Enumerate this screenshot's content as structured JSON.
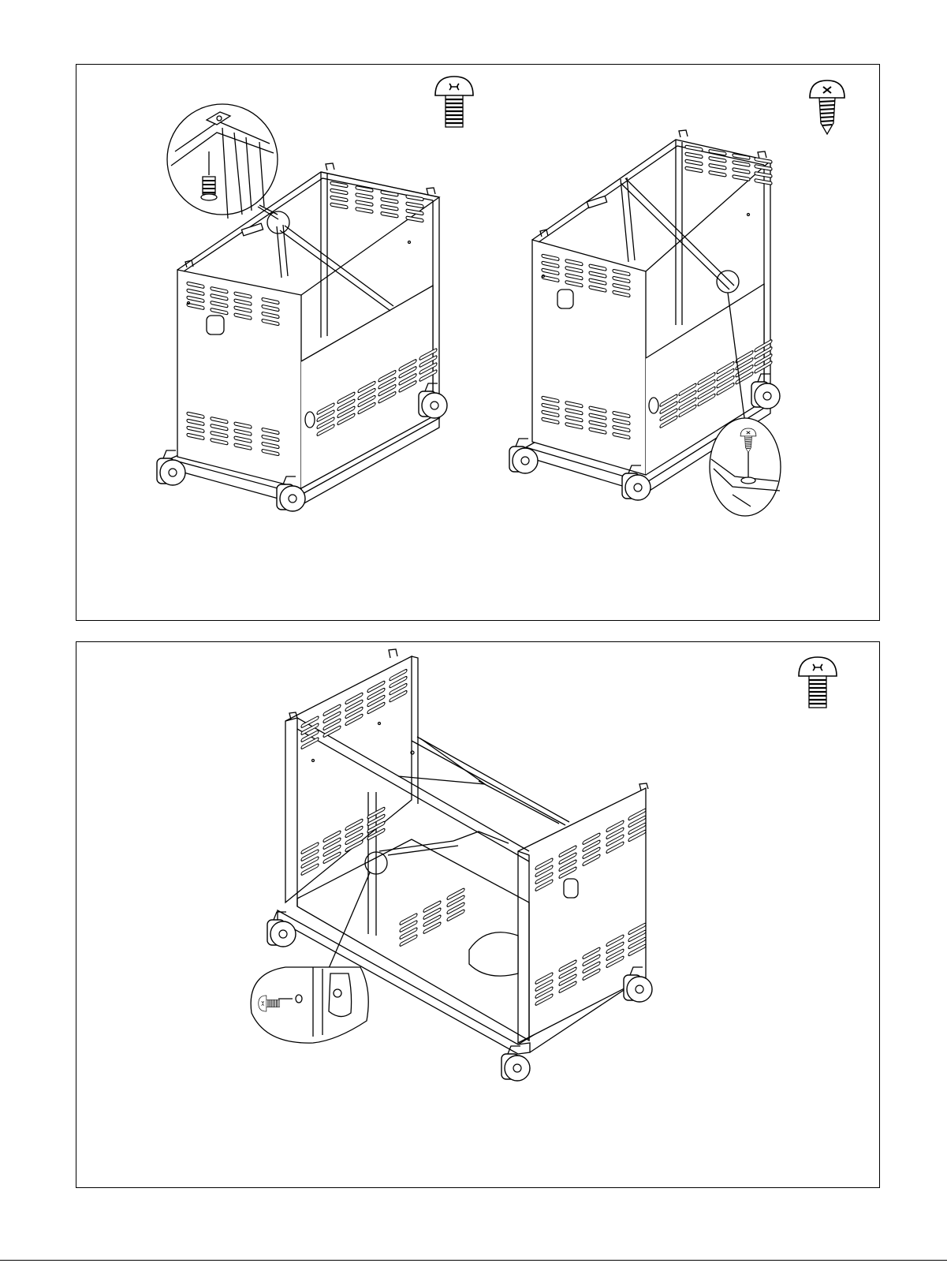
{
  "document": {
    "type": "assembly-instructions",
    "panels": [
      {
        "id": "panel-1",
        "illustrations": [
          "cabinet-with-rear-brace-bolt-detail",
          "cabinet-with-brace-screw-detail"
        ],
        "hardware_icons": [
          "bolt-icon",
          "screw-icon"
        ]
      },
      {
        "id": "panel-2",
        "illustrations": [
          "cabinet-frame-with-bracket-bolt-detail"
        ],
        "hardware_icons": [
          "bolt-icon"
        ]
      }
    ],
    "colors": {
      "line": "#000000",
      "paper": "#ffffff"
    }
  }
}
